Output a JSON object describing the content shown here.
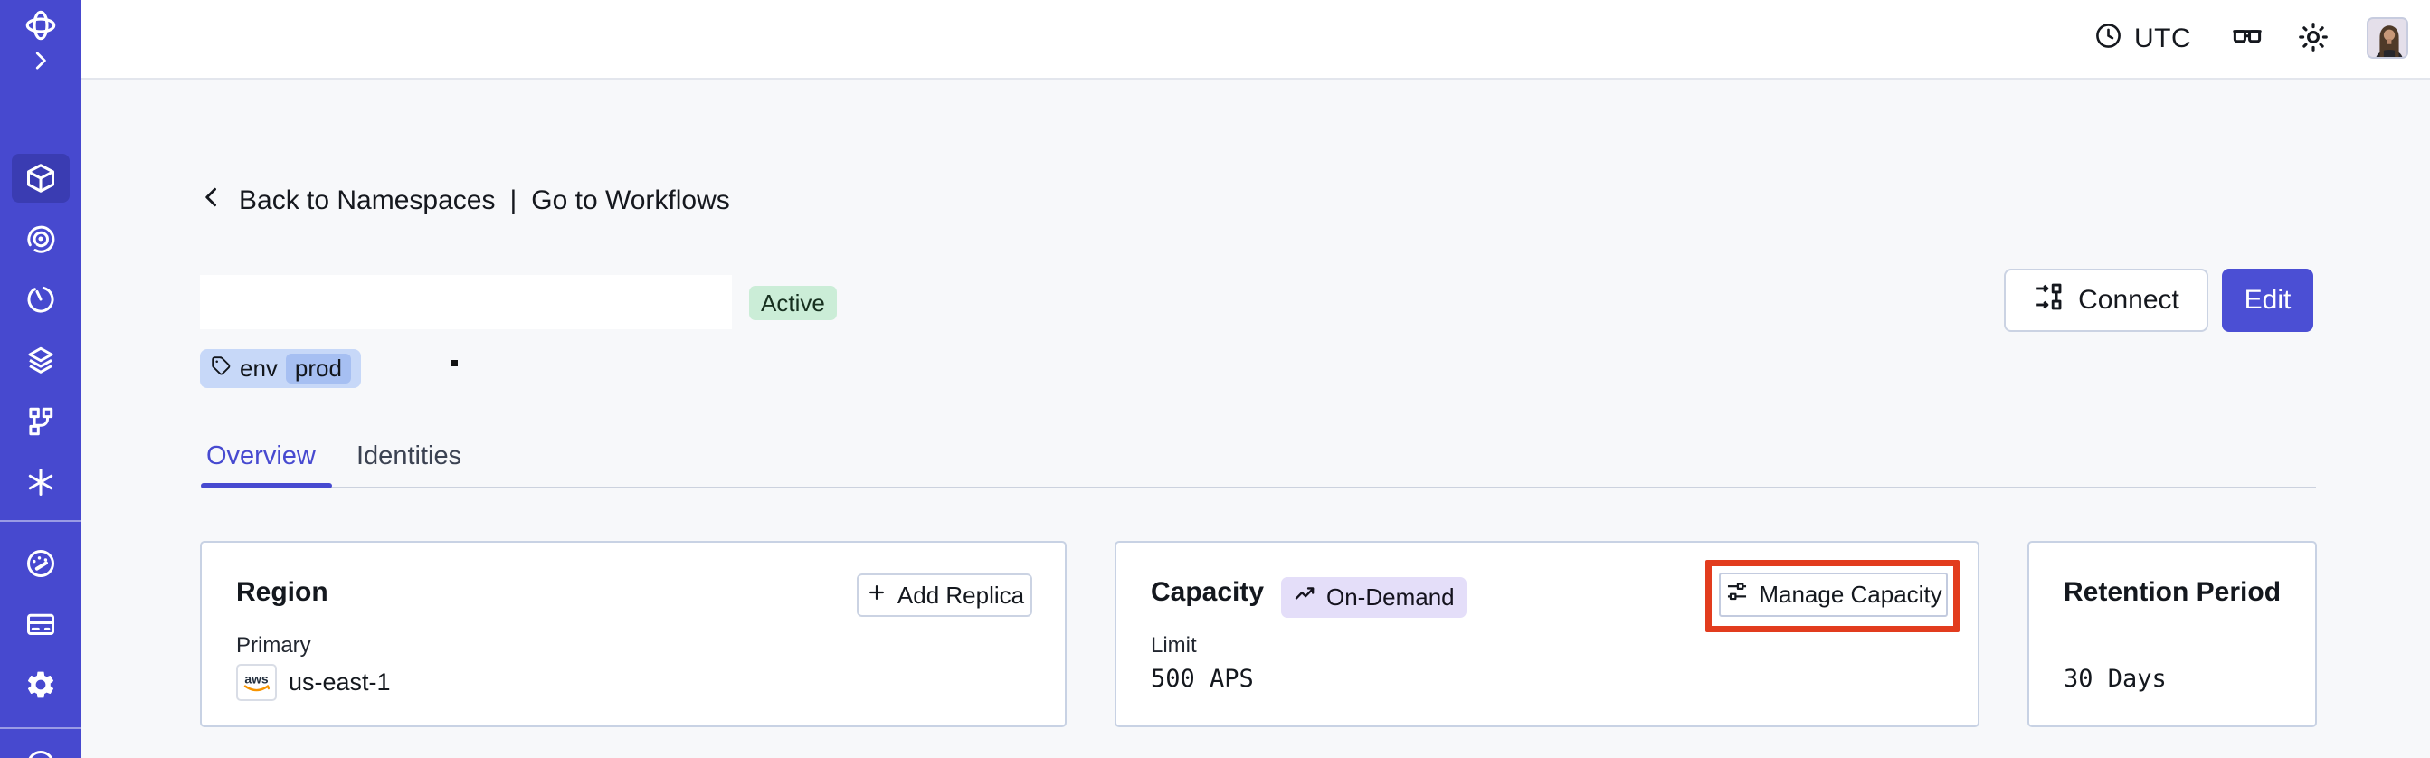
{
  "topbar": {
    "timezone": "UTC"
  },
  "breadcrumb": {
    "back_label": "Back to Namespaces",
    "separator": "|",
    "workflows_label": "Go to Workflows"
  },
  "namespace": {
    "status_badge": "Active",
    "tag_key": "env",
    "tag_value": "prod"
  },
  "actions": {
    "connect_label": "Connect",
    "edit_label": "Edit"
  },
  "tabs": [
    {
      "label": "Overview",
      "active": true
    },
    {
      "label": "Identities",
      "active": false
    }
  ],
  "cards": {
    "region": {
      "title": "Region",
      "add_replica_label": "Add Replica",
      "label": "Primary",
      "provider": "aws",
      "value": "us-east-1"
    },
    "capacity": {
      "title": "Capacity",
      "badge": "On-Demand",
      "manage_label": "Manage Capacity",
      "label": "Limit",
      "value": "500 APS"
    },
    "retention": {
      "title": "Retention Period",
      "value": "30 Days"
    }
  },
  "icons": {
    "temporal-logo-icon": "✣",
    "chevron-right-icon": "›",
    "chevron-left-icon": "‹",
    "cube-icon": "⬡",
    "spiral-eye-icon": "◉",
    "countdown-clock-icon": "🕙",
    "layers-icon": "≋",
    "branch-icon": "⎇",
    "asterisk-icon": "✳",
    "gauge-icon": "◔",
    "credit-card-icon": "▭",
    "gear-icon": "⚙",
    "clock-icon": "🕓",
    "glasses-icon": "👓",
    "brightness-icon": "☀",
    "plus-icon": "+",
    "trending-up-icon": "↗",
    "sliders-icon": "⇌",
    "connect-flow-icon": "⇉",
    "tag-icon": "🏷"
  },
  "colors": {
    "sidebar": "#4749CF",
    "sidebar_active": "#3A3CB2",
    "accent": "#4B4FD4",
    "active_badge_bg": "#CBEDD7",
    "tag_bg": "#C7D8F8",
    "tag_pill_bg": "#A6BFF2",
    "on_demand_bg": "#E4DEF9",
    "annotation_red": "#E23C1E",
    "card_border": "#C8D2E4",
    "aws_orange": "#F79400",
    "page_bg": "#F7F8FA"
  }
}
